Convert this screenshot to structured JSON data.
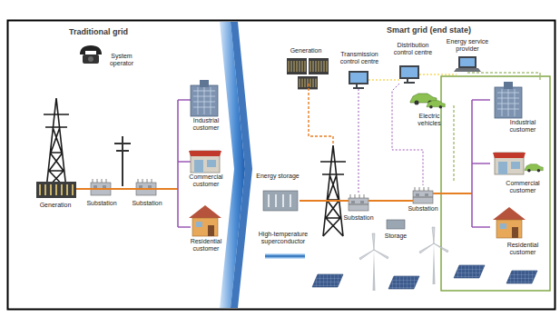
{
  "diagram": {
    "nodes": [
      {
        "text": [
          "Traditional grid"
        ]
      },
      {
        "text": [
          "Smart grid (end state)"
        ]
      }
    ],
    "labels": [
      "System operator",
      "Industrial customer",
      "Commercial customer",
      "Generation",
      "Substation",
      "Substation",
      "Residential customer",
      "Transmission control centre",
      "Distribution control centre",
      "Energy service provider",
      "Generation",
      "Electric vehicles",
      "Industrial customer",
      "Commercial customer",
      "Energy storage",
      "Substation",
      "Substation",
      "High-temperature superconductor",
      "Storage",
      "Residential customer"
    ]
  }
}
